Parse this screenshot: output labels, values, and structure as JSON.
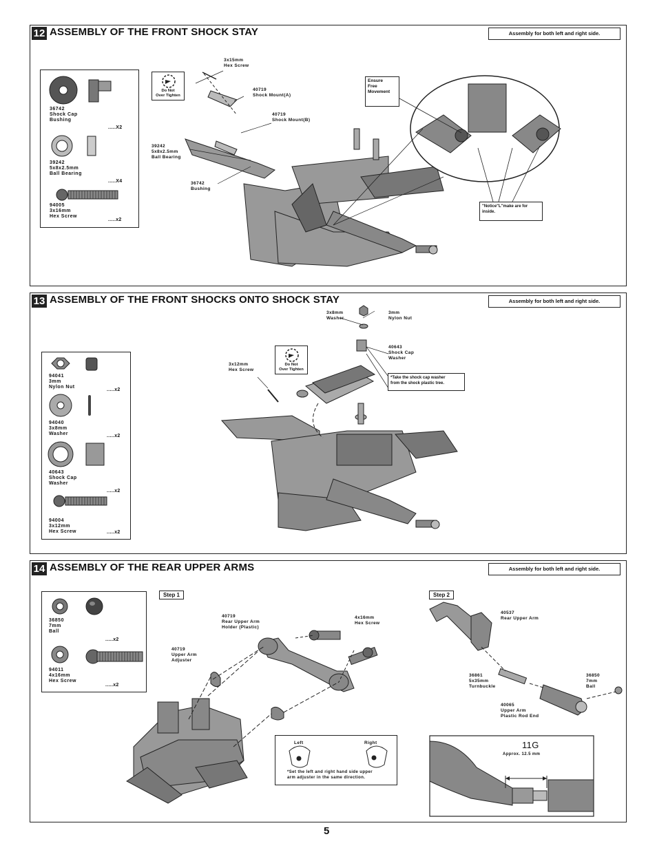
{
  "page_number": "5",
  "both_sides_note": "Assembly for both left and right side.",
  "do_not_tighten": "Do Not\nOver Tighten",
  "s12": {
    "num": "12",
    "title": "ASSEMBLY OF THE FRONT SHOCK STAY",
    "parts": [
      {
        "label": "36742\nShock Cap\nBushing",
        "qty": ".....X2"
      },
      {
        "label": "39242\n5x8x2.5mm\nBall Bearing",
        "qty": ".....X4"
      },
      {
        "label": "94005\n3x16mm\nHex Screw",
        "qty": ".....x2"
      }
    ],
    "callouts": {
      "screw": "3x15mm\nHex Screw",
      "mount_a": "40719\nShock Mount(A)",
      "mount_b": "40719\nShock Mount(B)",
      "bearing": "39242\n5x8x2.5mm\nBall Bearing",
      "bushing": "36742\nBushing",
      "ensure": "Ensure\nFree\nMovement",
      "notice": "\"Notice\"L\"make are for\ninside."
    }
  },
  "s13": {
    "num": "13",
    "title": "ASSEMBLY OF THE FRONT SHOCKS ONTO SHOCK STAY",
    "parts": [
      {
        "label": "94041\n3mm\nNylon Nut",
        "qty": ".....x2"
      },
      {
        "label": "94040\n3x8mm\nWasher",
        "qty": ".....x2"
      },
      {
        "label": "40643\nShock Cap\nWasher",
        "qty": ".....x2"
      },
      {
        "label": "94004\n3x12mm\nHex Screw",
        "qty": ".....x2"
      }
    ],
    "callouts": {
      "washer": "3x8mm\nWasher",
      "nut": "3mm\nNylon Nut",
      "cap_washer": "40643\nShock Cap\nWasher",
      "screw": "3x12mm\nHex Screw",
      "tree_note": "*Take the shock cap washer\n  from the shock plastic tree."
    }
  },
  "s14": {
    "num": "14",
    "title": "ASSEMBLY OF THE REAR UPPER ARMS",
    "parts": [
      {
        "label": "36850\n7mm\nBall",
        "qty": ".....x2"
      },
      {
        "label": "94011\n4x16mm\nHex Screw",
        "qty": ".....x2"
      }
    ],
    "step1": "Step 1",
    "step2": "Step 2",
    "callouts": {
      "holder": "40719\nRear Upper Arm\nHolder (Plastic)",
      "screw": "4x16mm\nHex Screw",
      "adjuster": "40719\nUpper Arm\nAdjuster",
      "arm": "40537\nRear Upper Arm",
      "turnbuckle": "36861\n5x35mm\nTurnbuckle",
      "ball": "36850\n7mm\nBall",
      "rod_end": "40065\nUpper Arm\nPlastic Rod End",
      "left": "Left",
      "right": "Right",
      "adjuster_note": "*Set the left and right hand side upper\narm adjuster in the same direction.",
      "length_code": "11G",
      "approx": "Approx. 12.5 mm"
    }
  }
}
